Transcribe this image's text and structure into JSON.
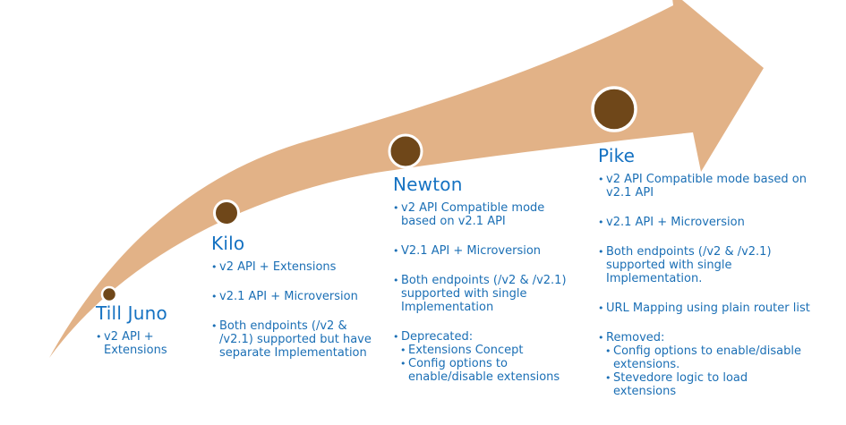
{
  "colors": {
    "arrow": "#e2b287",
    "milestone_dot": "#6f4719",
    "milestone_ring": "#ffffff",
    "heading_text": "#1572c2",
    "body_text": "#1b6fb5",
    "background": "#ffffff"
  },
  "milestones": [
    {
      "id": "till-juno",
      "name": "Till Juno",
      "bullets": [
        {
          "text": "v2 API + Extensions"
        }
      ]
    },
    {
      "id": "kilo",
      "name": "Kilo",
      "bullets": [
        {
          "text": "v2 API + Extensions"
        },
        {
          "text": "v2.1 API + Microversion"
        },
        {
          "text": "Both endpoints (/v2 & /v2.1) supported but have separate Implementation"
        }
      ]
    },
    {
      "id": "newton",
      "name": "Newton",
      "bullets": [
        {
          "text": "v2 API Compatible mode based on v2.1 API"
        },
        {
          "text": "V2.1 API + Microversion"
        },
        {
          "text": "Both endpoints (/v2 & /v2.1) supported with single Implementation"
        },
        {
          "text": "Deprecated:",
          "sub": [
            "Extensions Concept",
            "Config options to enable/disable extensions"
          ]
        }
      ]
    },
    {
      "id": "pike",
      "name": "Pike",
      "bullets": [
        {
          "text": "v2 API Compatible mode based on v2.1 API"
        },
        {
          "text": "v2.1 API + Microversion"
        },
        {
          "text": "Both endpoints (/v2 & /v2.1) supported with single Implementation."
        },
        {
          "text": "URL Mapping using plain router list"
        },
        {
          "text": "Removed:",
          "sub": [
            "Config options to enable/disable extensions.",
            "Stevedore logic to load extensions"
          ]
        }
      ]
    }
  ],
  "glyphs": {
    "bullet_marker": "•"
  }
}
